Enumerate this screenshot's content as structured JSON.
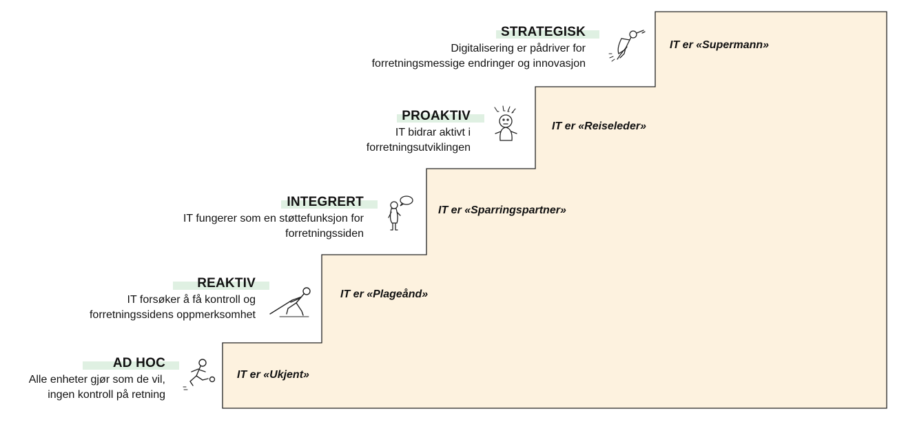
{
  "colors": {
    "fill": "#fdf2df",
    "stroke": "#222222",
    "highlight": "#dff0e2"
  },
  "levels": [
    {
      "title": "AD HOC",
      "desc1": "Alle enheter gjør som de vil,",
      "desc2": "ingen kontroll på retning",
      "step": "IT er «Ukjent»",
      "icon": "kicking-figure-icon"
    },
    {
      "title": "REAKTIV",
      "desc1": "IT forsøker å få kontroll og",
      "desc2": "forretningssidens oppmerksomhet",
      "step": "IT er «Plageånd»",
      "icon": "pulling-figure-icon"
    },
    {
      "title": "INTEGRERT",
      "desc1": "IT fungerer som en støttefunksjon for",
      "desc2": "forretningssiden",
      "step": "IT er «Sparringspartner»",
      "icon": "talking-figure-icon"
    },
    {
      "title": "PROAKTIV",
      "desc1": "IT bidrar aktivt i",
      "desc2": "forretningsutviklingen",
      "step": "IT er «Reiseleder»",
      "icon": "thinking-figure-icon"
    },
    {
      "title": "STRATEGISK",
      "desc1": "Digitalisering er pådriver for",
      "desc2": "forretningsmessige endringer og innovasjon",
      "step": "IT er «Supermann»",
      "icon": "flying-superman-icon"
    }
  ]
}
